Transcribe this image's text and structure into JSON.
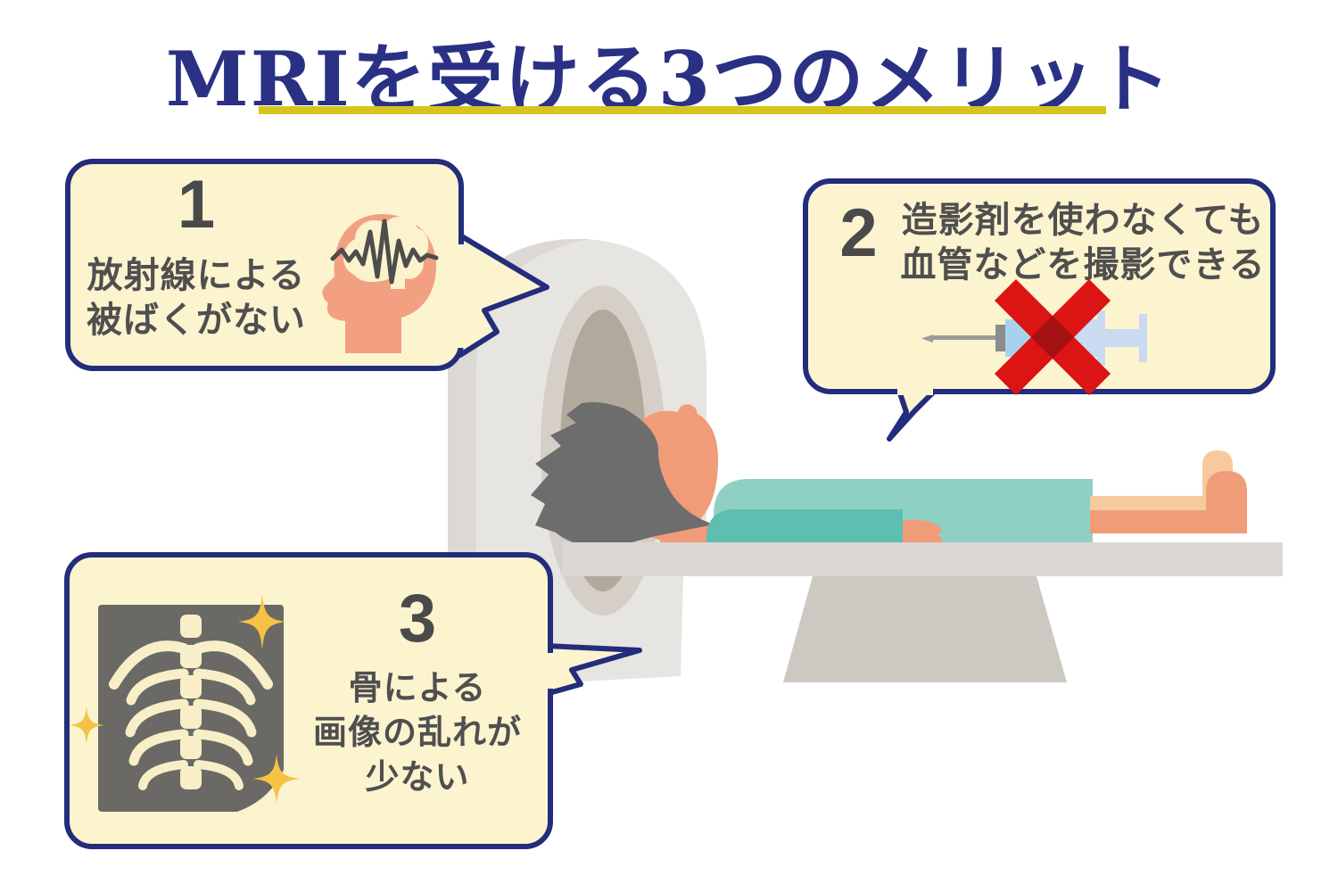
{
  "title": {
    "text": "MRIを受ける3つのメリット"
  },
  "benefits": [
    {
      "number": "1",
      "lines": [
        "放射線による",
        "被ばくがない"
      ],
      "icon": "head-brainwave-icon"
    },
    {
      "number": "2",
      "lines": [
        "造影剤を使わなくても",
        "血管などを撮影できる"
      ],
      "icon": "no-contrast-syringe-icon"
    },
    {
      "number": "3",
      "lines": [
        "骨による",
        "画像の乱れが",
        "少ない"
      ],
      "icon": "xray-film-icon"
    }
  ],
  "illustration": {
    "description": "patient lying prone on MRI scanner bed"
  },
  "colors": {
    "title_navy": "#2A3184",
    "underline_yellow": "#D8C41E",
    "bubble_fill": "#FCF4CF",
    "bubble_border": "#232D7C",
    "text_gray": "#4F4F4F",
    "red_x": "#DC1414",
    "sparkle_yellow": "#F5C244",
    "skin": "#F19C78",
    "shirt_teal": "#8FD0C4",
    "machine_gray": "#E7E5E2"
  }
}
